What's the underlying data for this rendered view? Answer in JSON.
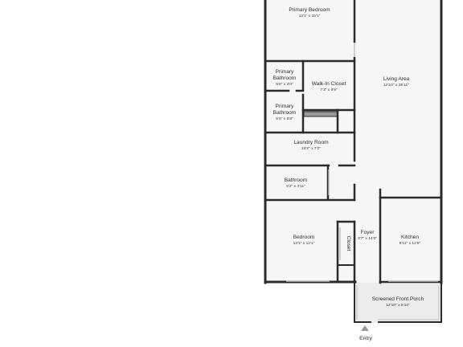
{
  "rooms": {
    "primary_bedroom": {
      "name": "Primary Bedroom",
      "dims": "13'1\" x 15'1\""
    },
    "primary_bathroom_1": {
      "name_line1": "Primary",
      "name_line2": "Bathroom",
      "dims": "5'6\" x 4'0\""
    },
    "walk_in_closet": {
      "name": "Walk-In Closet",
      "dims": "7'3\" x 6'9\""
    },
    "primary_bathroom_2": {
      "name_line1": "Primary",
      "name_line2": "Bathroom",
      "dims": "5'6\" x 5'8\""
    },
    "living_area": {
      "name": "Living Area",
      "dims": "12'10\" x 35'11\""
    },
    "laundry_room": {
      "name": "Laundry Room",
      "dims": "13'2\" x 7'0\""
    },
    "bathroom": {
      "name": "Bathroom",
      "dims": "9'2\" x 4'11\""
    },
    "bedroom": {
      "name": "Bedroom",
      "dims": "13'1\" x 12'1\""
    },
    "closet": {
      "name": "Closet"
    },
    "foyer": {
      "name": "Foyer",
      "dims": "3'7\" x 14'0\""
    },
    "kitchen": {
      "name": "Kitchen",
      "dims": "8'11\" x 12'5\""
    },
    "screened_front_porch": {
      "name": "Screened Front Porch",
      "dims": "12'10\" x 5'10\""
    }
  },
  "entry": {
    "label": "Entry"
  },
  "colors": {
    "floor": "#f6f6f6",
    "wall": "#2b2b2b",
    "porch": "#ececec"
  }
}
